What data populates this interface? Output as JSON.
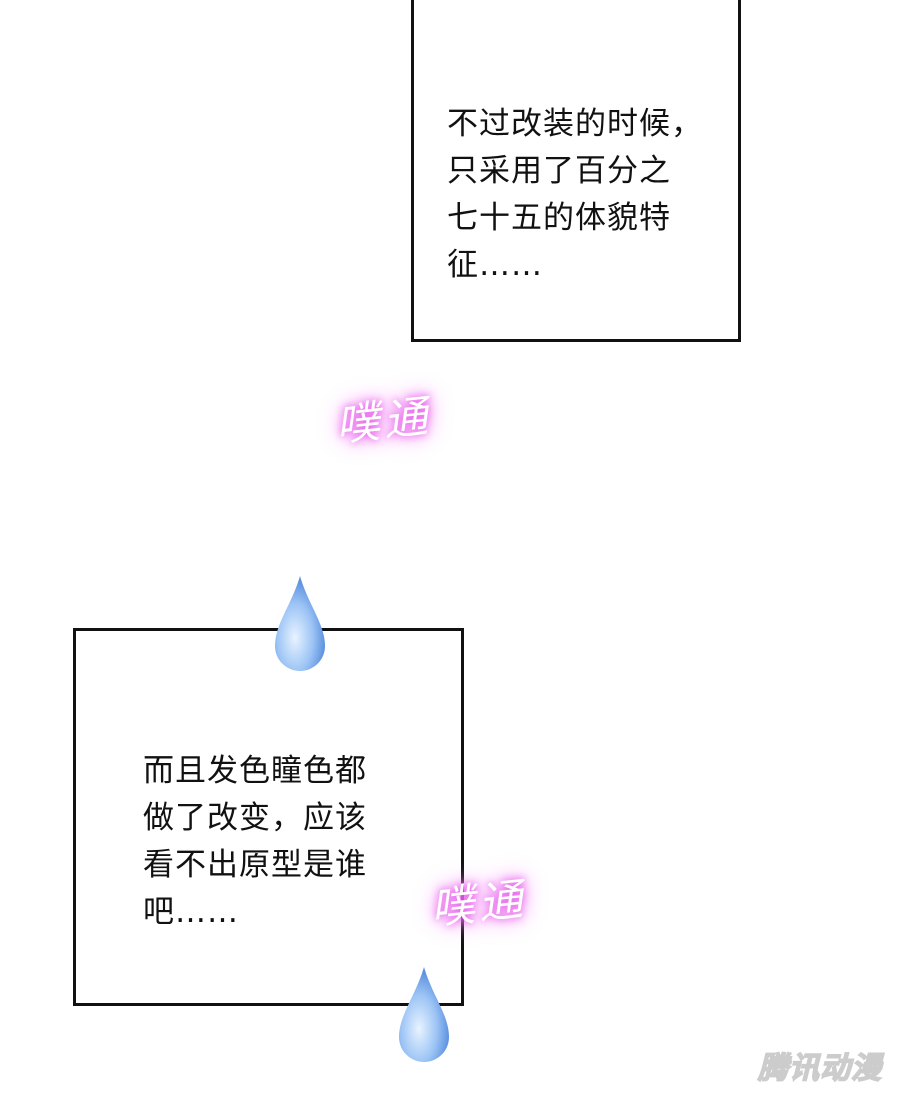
{
  "panels": [
    {
      "lines": "不过改装的时候，\n只采用了百分之\n七十五的体貌特\n征……"
    },
    {
      "lines": "而且发色瞳色都\n做了改变，应该\n看不出原型是谁\n吧……"
    }
  ],
  "sound_effects": [
    "噗通",
    "噗通"
  ],
  "watermark": "腾讯动漫",
  "colors": {
    "sfx_glow": "#e34ee8",
    "drop": "#7fb3f0"
  },
  "icons": [
    "water-drop-icon",
    "water-drop-icon"
  ]
}
